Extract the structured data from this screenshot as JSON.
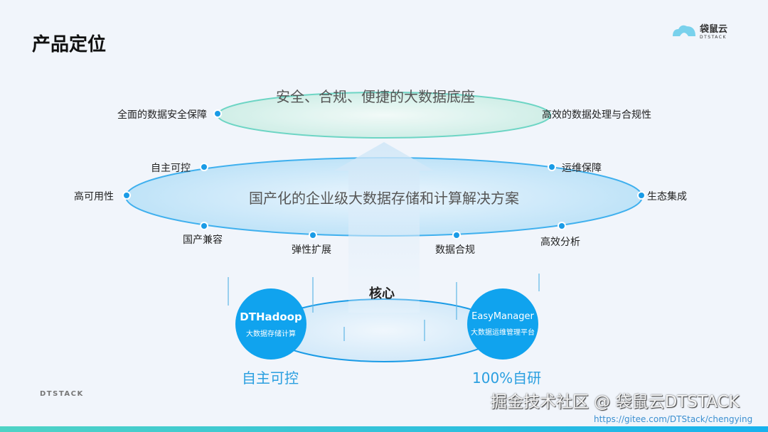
{
  "header": {
    "title": "产品定位",
    "logo_cn": "袋鼠云",
    "logo_en": "DTSTACK"
  },
  "top_layer": {
    "title": "安全、合规、便捷的大数据底座",
    "left": "全面的数据安全保障",
    "right": "高效的数据处理与合规性"
  },
  "middle_layer": {
    "title": "国产化的企业级大数据存储和计算解决方案",
    "points": [
      "自主可控",
      "运维保障",
      "高可用性",
      "生态集成",
      "国产兼容",
      "弹性扩展",
      "数据合规",
      "高效分析"
    ]
  },
  "core": {
    "label": "核心",
    "left": {
      "name": "DTHadoop",
      "desc": "大数据存储计算",
      "caption": "自主可控"
    },
    "right": {
      "name": "EasyManager",
      "desc": "大数据运维管理平台",
      "caption": "100%自研"
    }
  },
  "footer": {
    "brand": "DTSTACK",
    "watermark": "掘金技术社区 @ 袋鼠云DTSTACK",
    "url": "https://gitee.com/DTStack/chengying"
  },
  "colors": {
    "accent": "#10a3ee",
    "bottom_bar": "#2ec5e6"
  }
}
